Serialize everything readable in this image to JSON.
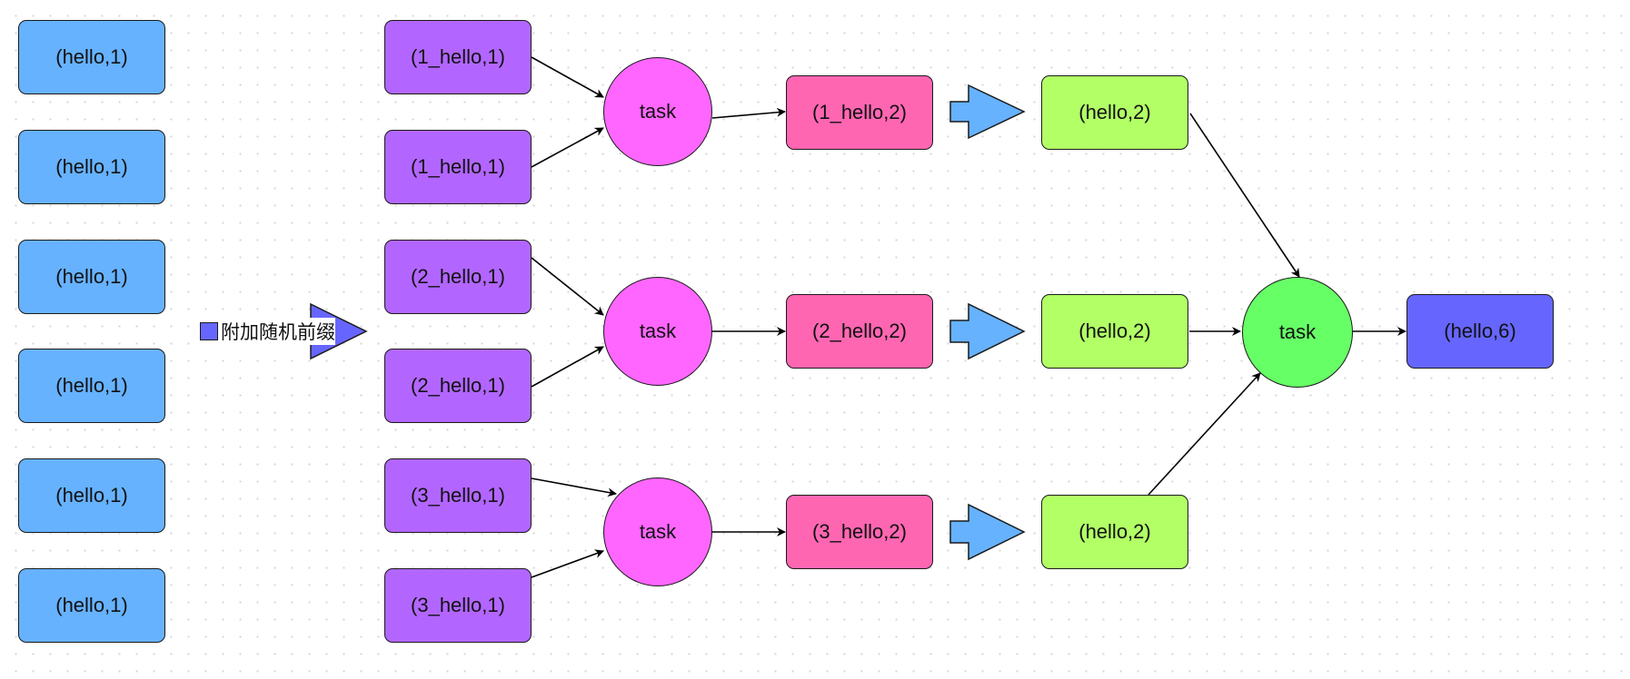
{
  "source_column": {
    "items": [
      "(hello,1)",
      "(hello,1)",
      "(hello,1)",
      "(hello,1)",
      "(hello,1)",
      "(hello,1)"
    ]
  },
  "prefix_label": "附加随机前缀",
  "prefixed_column": {
    "items": [
      "(1_hello,1)",
      "(1_hello,1)",
      "(2_hello,1)",
      "(2_hello,1)",
      "(3_hello,1)",
      "(3_hello,1)"
    ]
  },
  "stage1_tasks": [
    "task",
    "task",
    "task"
  ],
  "partial_results": [
    "(1_hello,2)",
    "(2_hello,2)",
    "(3_hello,2)"
  ],
  "stripped_results": [
    "(hello,2)",
    "(hello,2)",
    "(hello,2)"
  ],
  "final_task": "task",
  "final_result": "(hello,6)",
  "colors": {
    "source": "#66b2ff",
    "prefixed": "#b266ff",
    "stage1_task": "#ff66ff",
    "partial": "#ff66b2",
    "stripped": "#b2ff66",
    "final_task": "#66ff66",
    "final_result": "#6666ff",
    "block_arrow": "#66b2ff",
    "prefix_arrow": "#6666ff"
  }
}
